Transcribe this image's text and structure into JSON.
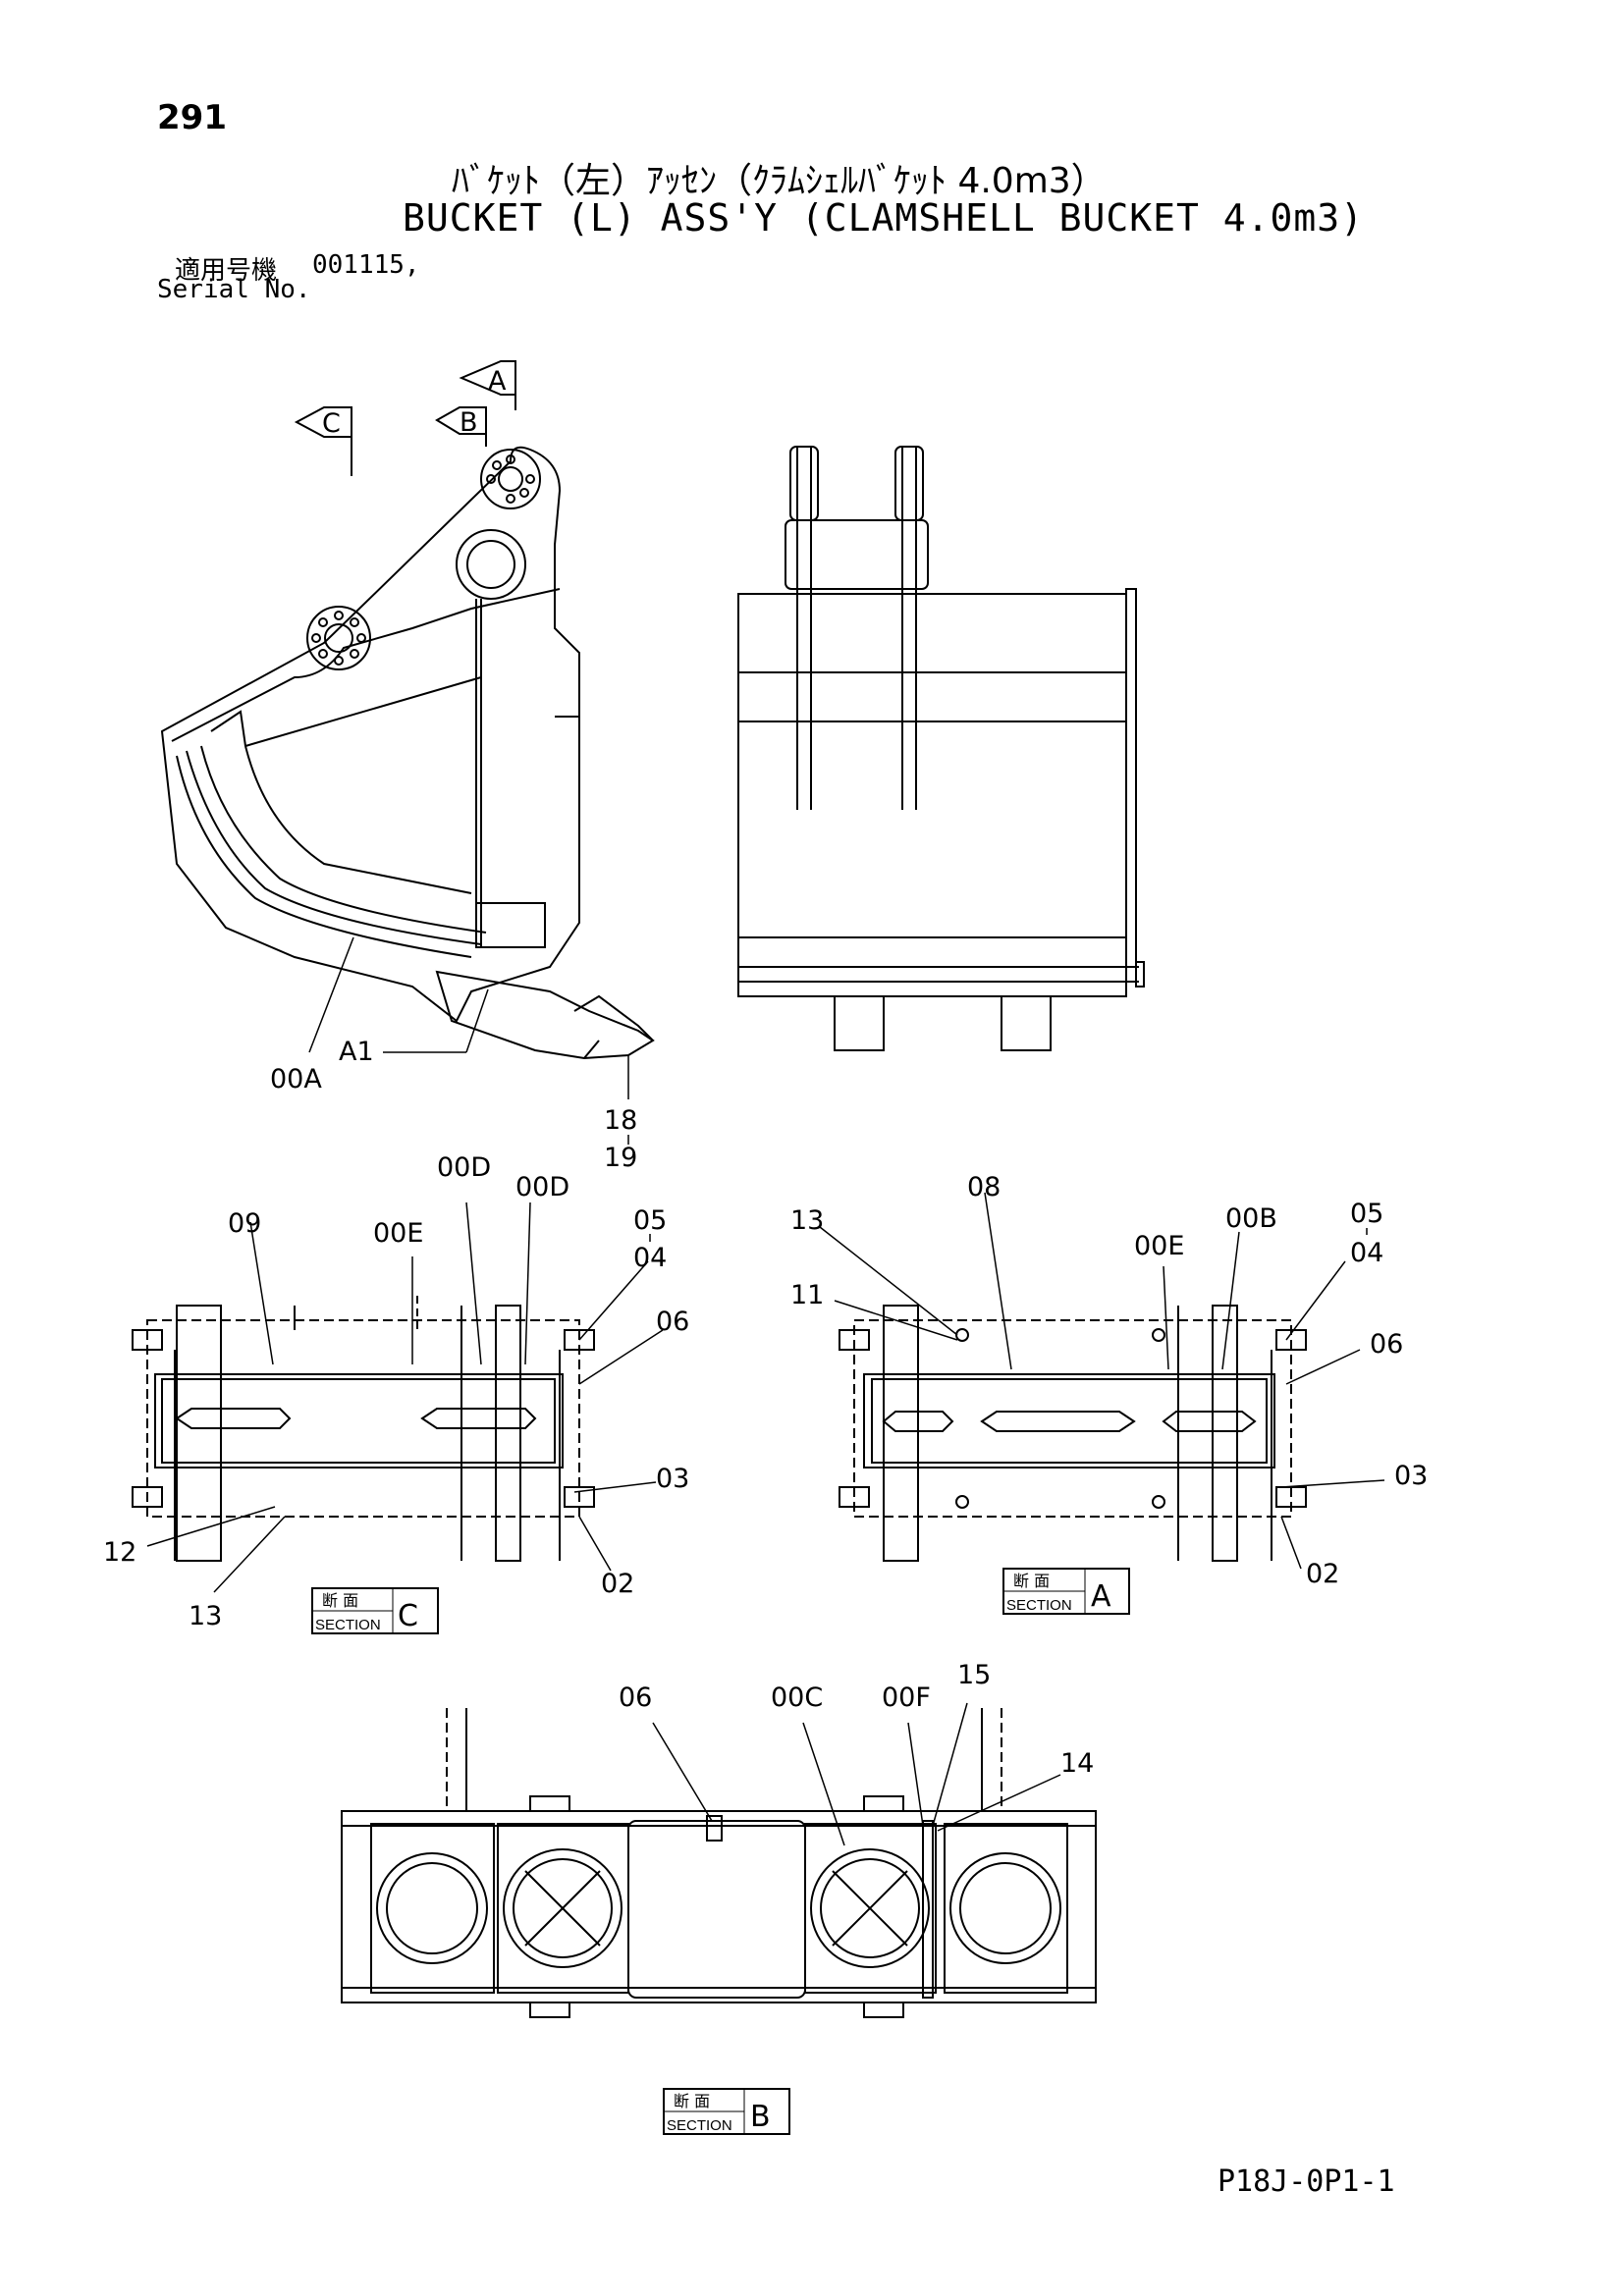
{
  "page_number": "291",
  "title_jp": "ﾊﾞｹｯﾄ（左）ｱｯｾﾝ（ｸﾗﾑｼｪﾙﾊﾞｹｯﾄ 4.0m3）",
  "title_en": "BUCKET (L) ASS'Y (CLAMSHELL BUCKET 4.0m3)",
  "serial": {
    "label_jp": "適用号機",
    "label_en": "Serial No.",
    "value": "001115,"
  },
  "view_markers": {
    "a": "A",
    "b": "B",
    "c": "C"
  },
  "main_view_callouts": {
    "a1": "A1",
    "a00": "00A",
    "c18": "18",
    "c19": "19"
  },
  "section_c": {
    "label_jp": "断 面",
    "label_en": "SECTION",
    "letter": "C",
    "callouts": {
      "c09": "09",
      "c00e": "00E",
      "c00d_1": "00D",
      "c00d_2": "00D",
      "c05": "05",
      "c04": "04",
      "c06": "06",
      "c03": "03",
      "c12": "12",
      "c13": "13",
      "c02": "02"
    }
  },
  "section_a": {
    "label_jp": "断 面",
    "label_en": "SECTION",
    "letter": "A",
    "callouts": {
      "c13": "13",
      "c08": "08",
      "c00b": "00B",
      "c05": "05",
      "c04": "04",
      "c00e": "00E",
      "c11": "11",
      "c06": "06",
      "c03": "03",
      "c02": "02"
    }
  },
  "section_b": {
    "label_jp": "断 面",
    "label_en": "SECTION",
    "letter": "B",
    "callouts": {
      "c06": "06",
      "c00c": "00C",
      "c00f": "00F",
      "c15": "15",
      "c14": "14"
    }
  },
  "drawing_code": "P18J-0P1-1"
}
